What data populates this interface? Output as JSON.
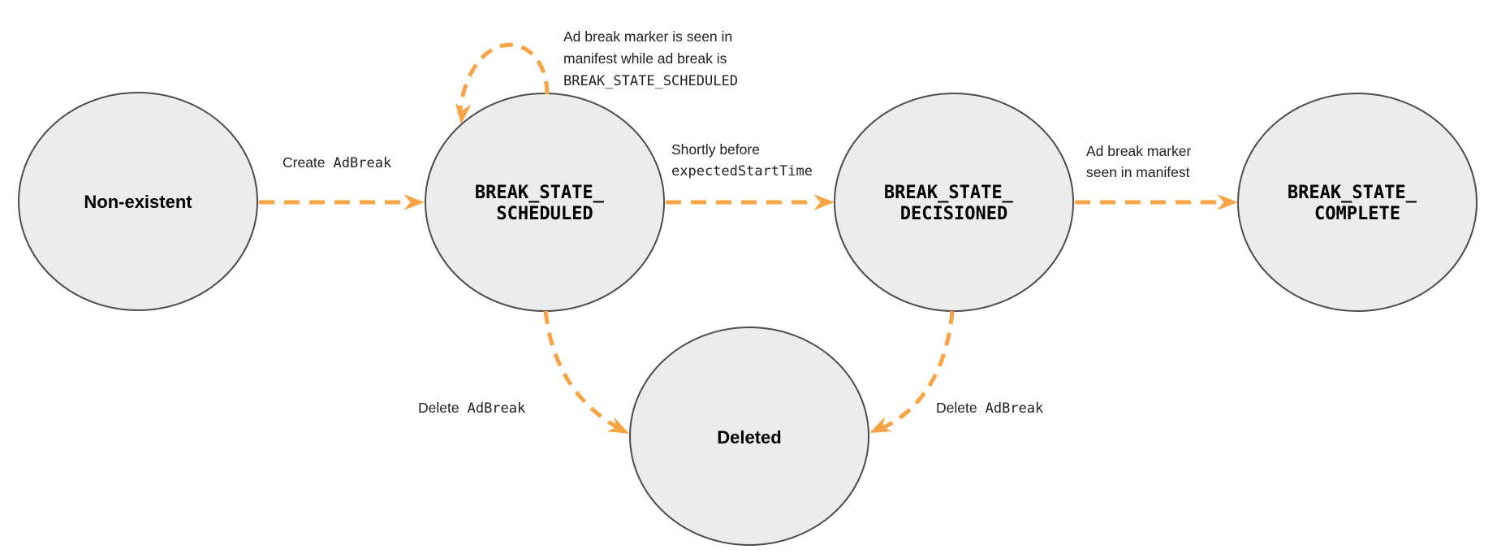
{
  "diagram": {
    "type": "state-machine",
    "description": "Ad break lifecycle state diagram"
  },
  "colors": {
    "background": "#ffffff",
    "node_fill": "#ececec",
    "node_stroke": "#4d4d4d",
    "arrow": "#f8a445",
    "label_text": "#202124",
    "node_text": "#000000"
  },
  "nodes": [
    {
      "id": "non-existent",
      "label": "Non-existent"
    },
    {
      "id": "break-state-scheduled",
      "label_line1": "BREAK_STATE_",
      "label_line2": "SCHEDULED"
    },
    {
      "id": "break-state-decisioned",
      "label_line1": "BREAK_STATE_",
      "label_line2": "DECISIONED"
    },
    {
      "id": "break-state-complete",
      "label_line1": "BREAK_STATE_",
      "label_line2": "COMPLETE"
    },
    {
      "id": "deleted",
      "label": "Deleted"
    }
  ],
  "edges": [
    {
      "from": "non-existent",
      "to": "break-state-scheduled",
      "style": "dashed",
      "label_plain": "Create",
      "label_code": "AdBreak"
    },
    {
      "from": "break-state-scheduled",
      "to": "break-state-scheduled",
      "style": "dashed",
      "label_line1": "Ad break marker is seen in",
      "label_line2": "manifest while ad break is",
      "label_line3_code": "BREAK_STATE_SCHEDULED"
    },
    {
      "from": "break-state-scheduled",
      "to": "break-state-decisioned",
      "style": "dashed",
      "label_line1": "Shortly before",
      "label_line2_code": "expectedStartTime"
    },
    {
      "from": "break-state-decisioned",
      "to": "break-state-complete",
      "style": "dashed",
      "label_line1": "Ad break marker",
      "label_line2": "seen in manifest"
    },
    {
      "from": "break-state-scheduled",
      "to": "deleted",
      "style": "dashed",
      "label_plain": "Delete",
      "label_code": "AdBreak"
    },
    {
      "from": "break-state-decisioned",
      "to": "deleted",
      "style": "dashed",
      "label_plain": "Delete",
      "label_code": "AdBreak"
    }
  ]
}
